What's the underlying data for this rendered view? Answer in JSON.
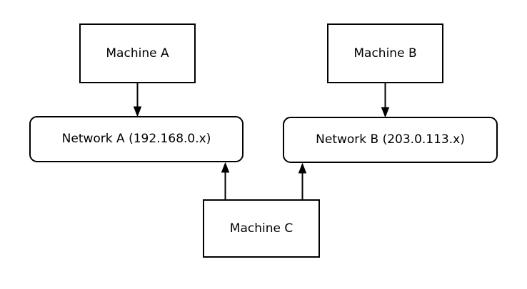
{
  "diagram": {
    "nodes": {
      "machine_a": {
        "label": "Machine A",
        "shape": "rectangle"
      },
      "machine_b": {
        "label": "Machine B",
        "shape": "rectangle"
      },
      "network_a": {
        "label": "Network A (192.168.0.x)",
        "shape": "rounded-rectangle"
      },
      "network_b": {
        "label": "Network B (203.0.113.x)",
        "shape": "rounded-rectangle"
      },
      "machine_c": {
        "label": "Machine C",
        "shape": "rectangle"
      }
    },
    "edges": [
      {
        "from": "machine_a",
        "to": "network_a",
        "arrow": "down"
      },
      {
        "from": "machine_b",
        "to": "network_b",
        "arrow": "down"
      },
      {
        "from": "machine_c",
        "to": "network_a",
        "arrow": "up"
      },
      {
        "from": "machine_c",
        "to": "network_b",
        "arrow": "up"
      }
    ],
    "colors": {
      "stroke": "#000000",
      "node_fill": "#ffffff",
      "text": "#000000",
      "background": "#ffffff"
    }
  }
}
